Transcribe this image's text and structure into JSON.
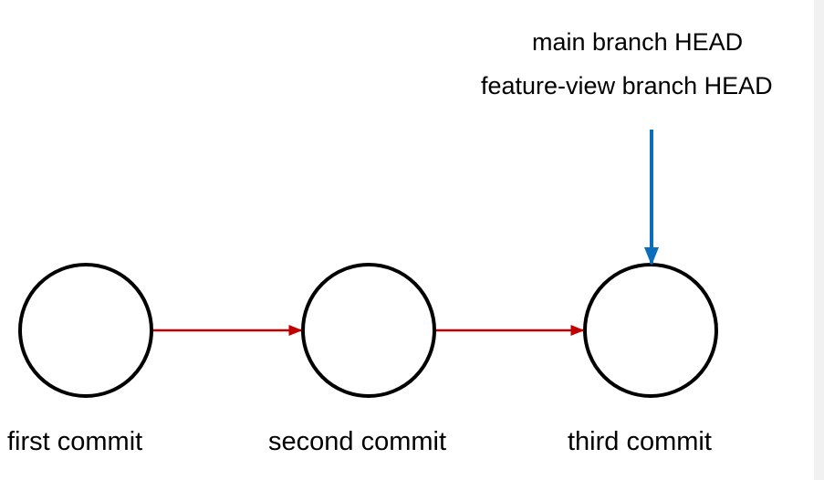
{
  "head_labels": {
    "main": "main branch HEAD",
    "feature": "feature-view branch HEAD"
  },
  "commits": [
    {
      "id": "c1",
      "label": "first commit"
    },
    {
      "id": "c2",
      "label": "second commit"
    },
    {
      "id": "c3",
      "label": "third commit"
    }
  ],
  "colors": {
    "commit_arrow": "#c00000",
    "head_arrow": "#0a6ebd",
    "node_stroke": "#000000"
  }
}
